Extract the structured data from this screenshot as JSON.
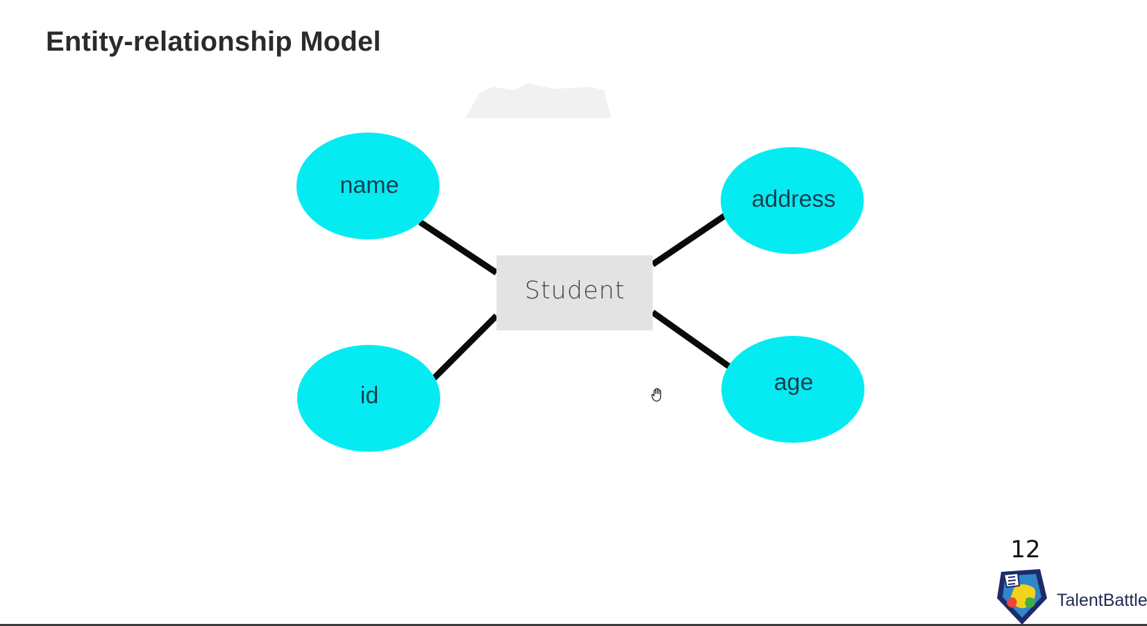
{
  "slide": {
    "title": "Entity-relationship Model",
    "page_number": "12"
  },
  "diagram": {
    "entity": {
      "label": "Student"
    },
    "attributes": [
      {
        "key": "name",
        "label": "name"
      },
      {
        "key": "address",
        "label": "address"
      },
      {
        "key": "id",
        "label": "id"
      },
      {
        "key": "age",
        "label": "age"
      }
    ]
  },
  "brand": {
    "name": "TalentBattle"
  },
  "colors": {
    "attribute_fill": "#05ebf2",
    "entity_fill": "#e3e3e3",
    "connector": "#0a0a0a",
    "title_text": "#2b2b2b"
  },
  "icons": {
    "cursor": "hand-grab-icon",
    "logo": "talentbattle-logo-icon"
  }
}
